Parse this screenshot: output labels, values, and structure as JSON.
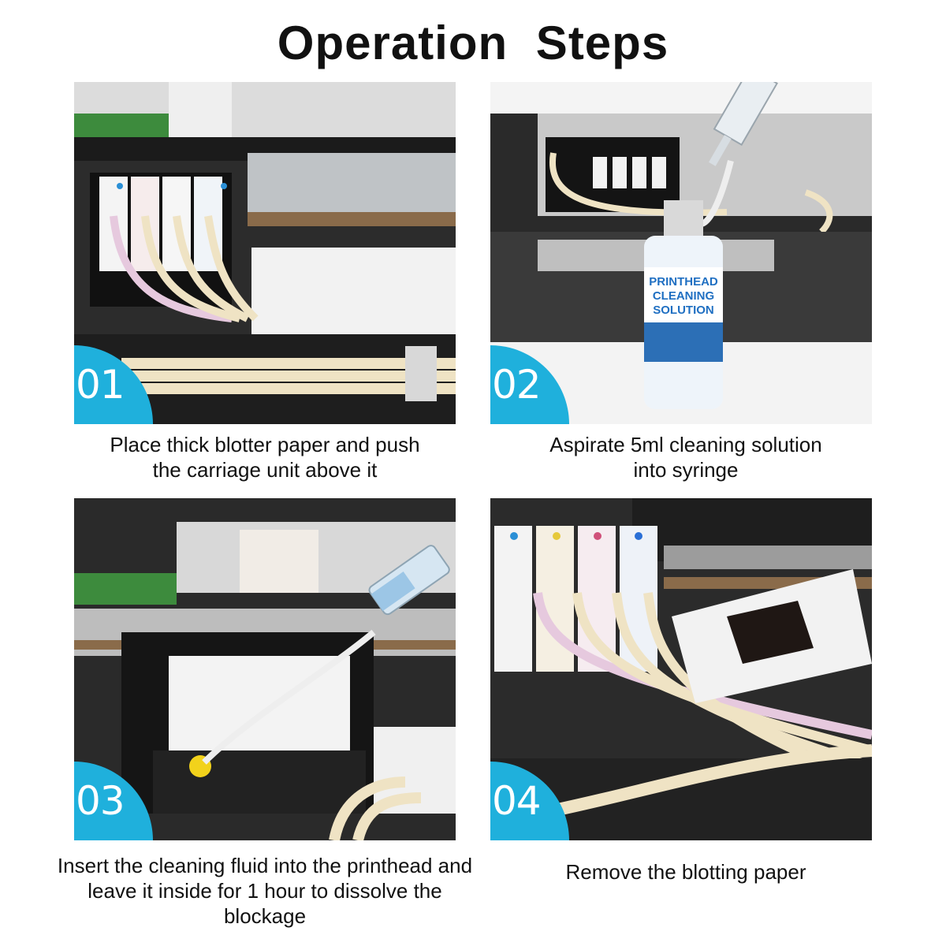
{
  "title": "Operation  Steps",
  "steps": [
    {
      "number": "01",
      "caption_line1": "Place thick blotter paper and push",
      "caption_line2": "the carriage unit above it"
    },
    {
      "number": "02",
      "caption_line1": "Aspirate 5ml cleaning solution",
      "caption_line2": "into syringe",
      "bottle_label": {
        "line1": "PRINTHEAD",
        "line2": "CLEANING",
        "line3": "SOLUTION"
      }
    },
    {
      "number": "03",
      "caption_line1": "Insert the cleaning fluid into the printhead and",
      "caption_line2": "leave it inside for 1 hour to dissolve the blockage"
    },
    {
      "number": "04",
      "caption_line1": "Remove the blotting paper",
      "caption_line2": ""
    }
  ],
  "colors": {
    "badge": "#1fb0dc",
    "title": "#111111",
    "tube": "#efe3c4",
    "printer_dark": "#1e1e1e"
  }
}
